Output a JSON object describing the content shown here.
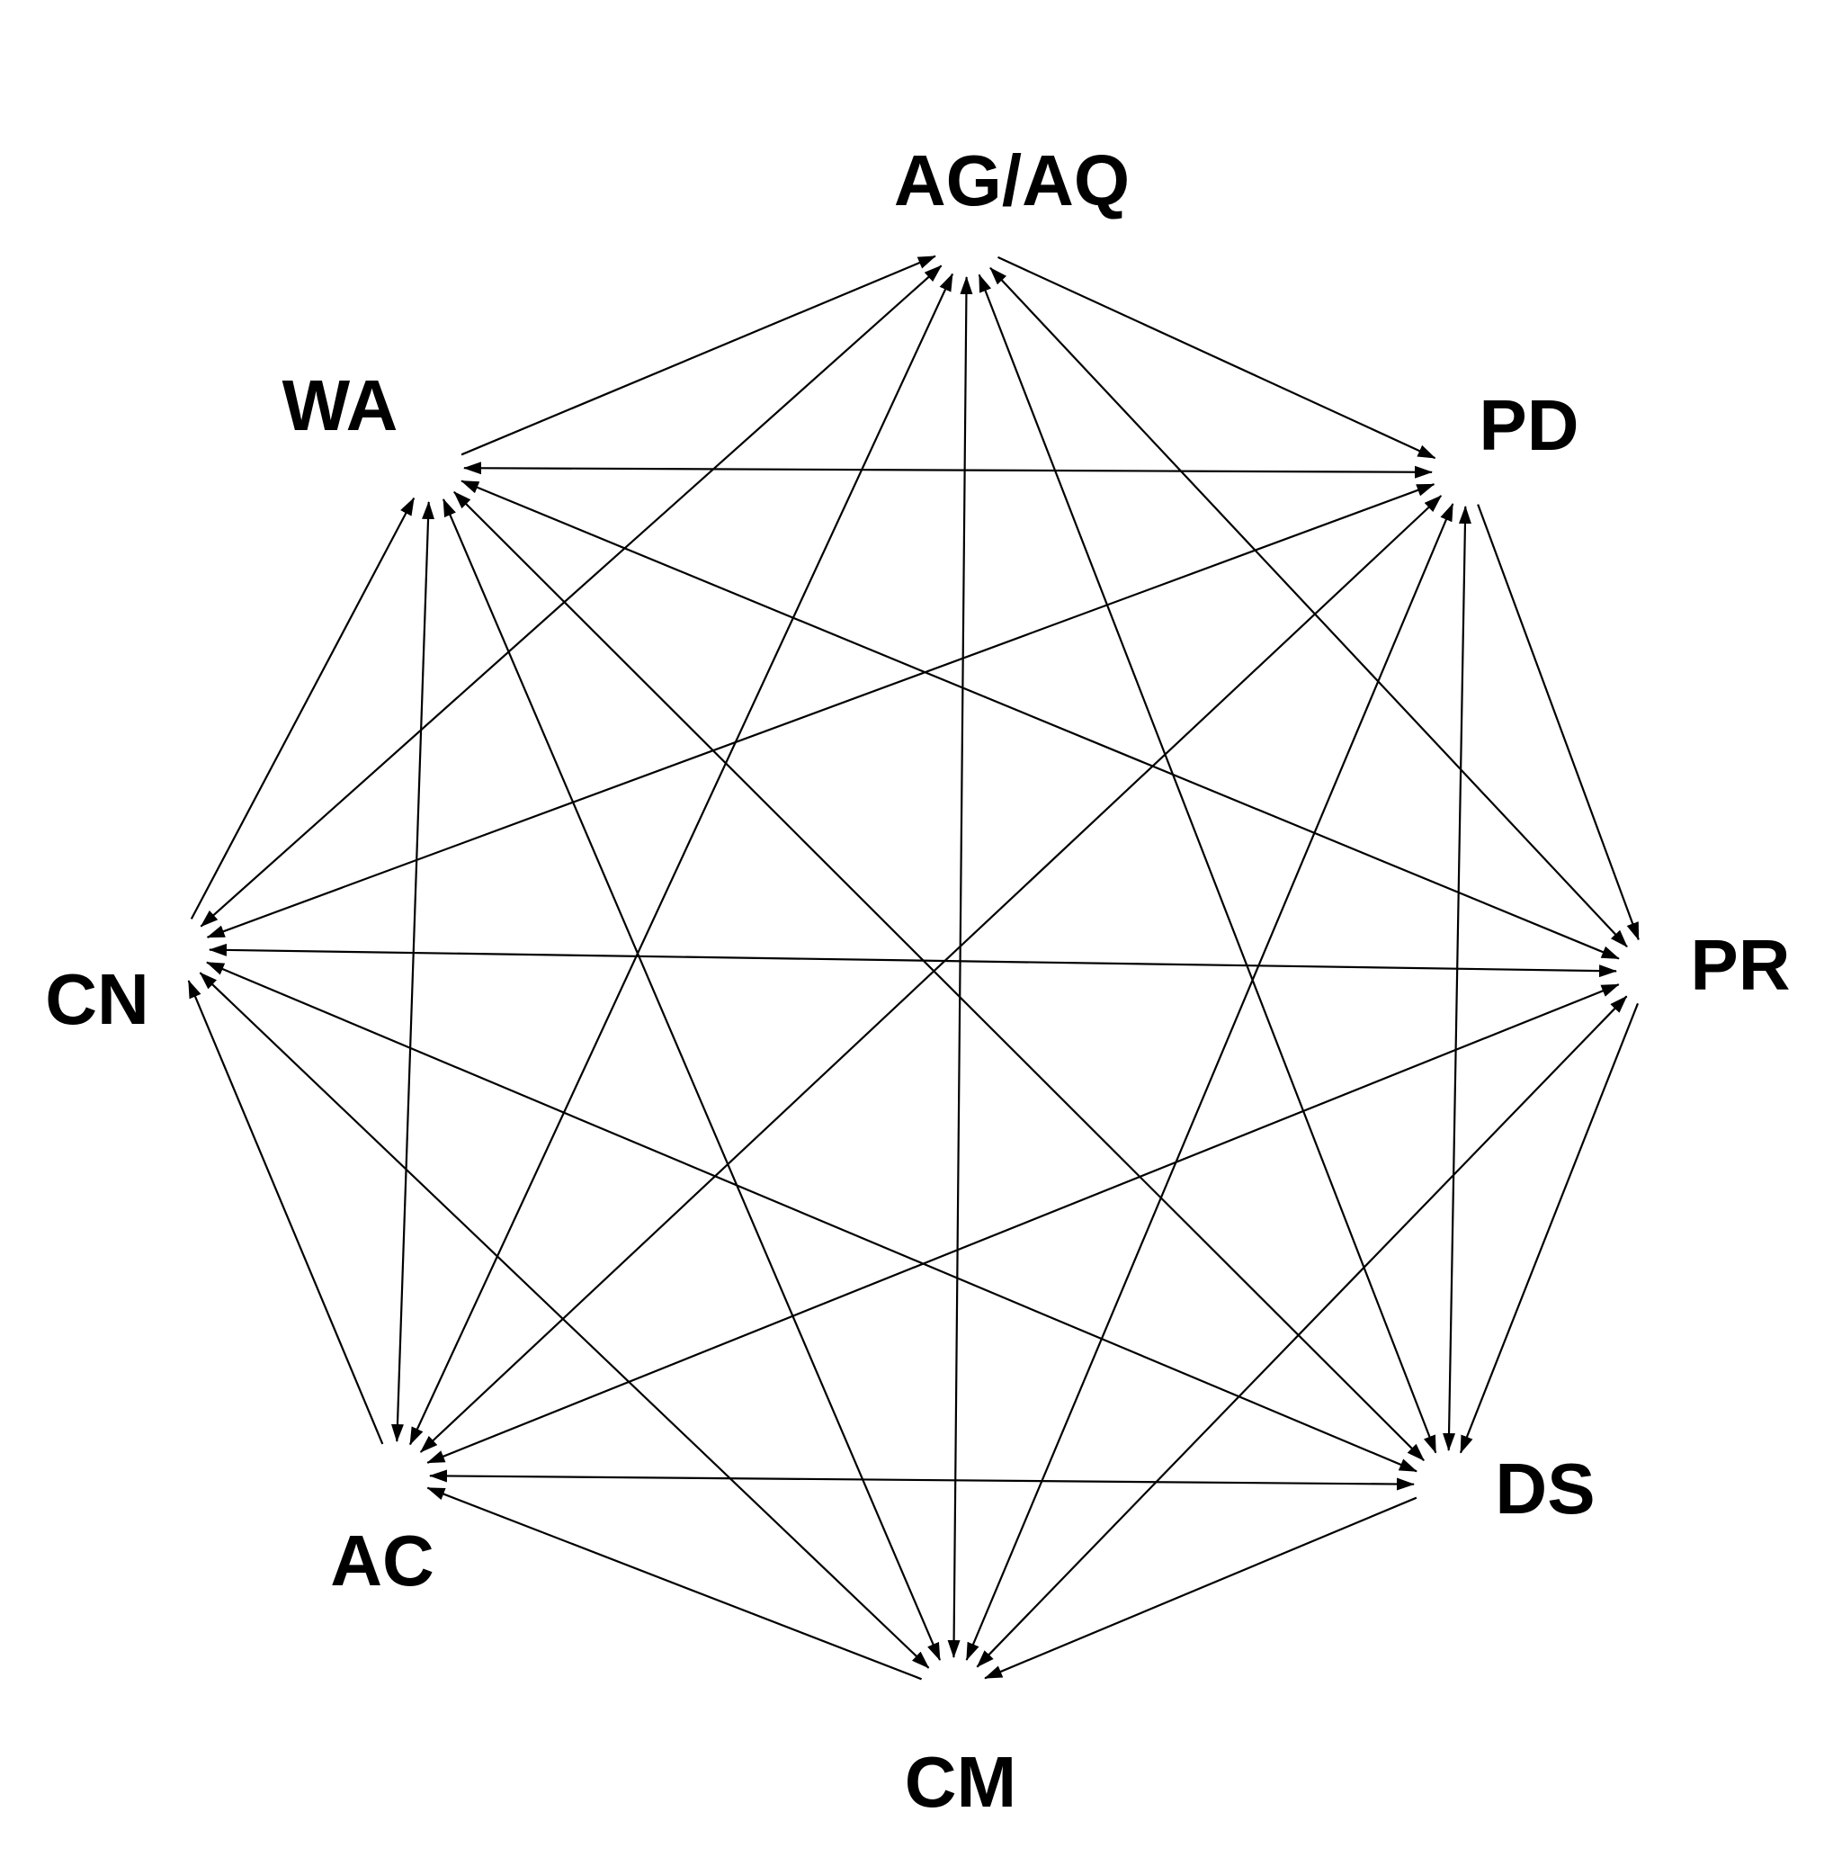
{
  "diagram": {
    "type": "directed-graph",
    "layout": "octagon",
    "nodes": [
      {
        "id": "AGAQ",
        "label": "AG/AQ"
      },
      {
        "id": "PD",
        "label": "PD"
      },
      {
        "id": "PR",
        "label": "PR"
      },
      {
        "id": "DS",
        "label": "DS"
      },
      {
        "id": "CM",
        "label": "CM"
      },
      {
        "id": "AC",
        "label": "AC"
      },
      {
        "id": "CN",
        "label": "CN"
      },
      {
        "id": "WA",
        "label": "WA"
      }
    ],
    "edges": [
      {
        "from": "AGAQ",
        "to": "PD",
        "direction": "forward"
      },
      {
        "from": "PD",
        "to": "PR",
        "direction": "forward"
      },
      {
        "from": "PR",
        "to": "DS",
        "direction": "forward"
      },
      {
        "from": "DS",
        "to": "CM",
        "direction": "forward"
      },
      {
        "from": "CM",
        "to": "AC",
        "direction": "forward"
      },
      {
        "from": "AC",
        "to": "CN",
        "direction": "forward"
      },
      {
        "from": "CN",
        "to": "WA",
        "direction": "forward"
      },
      {
        "from": "WA",
        "to": "AGAQ",
        "direction": "forward"
      },
      {
        "from": "AGAQ",
        "to": "PR",
        "direction": "both"
      },
      {
        "from": "AGAQ",
        "to": "DS",
        "direction": "both"
      },
      {
        "from": "AGAQ",
        "to": "CM",
        "direction": "both"
      },
      {
        "from": "AGAQ",
        "to": "AC",
        "direction": "both"
      },
      {
        "from": "AGAQ",
        "to": "CN",
        "direction": "both"
      },
      {
        "from": "PD",
        "to": "DS",
        "direction": "both"
      },
      {
        "from": "PD",
        "to": "CM",
        "direction": "both"
      },
      {
        "from": "PD",
        "to": "AC",
        "direction": "both"
      },
      {
        "from": "PD",
        "to": "CN",
        "direction": "both"
      },
      {
        "from": "PD",
        "to": "WA",
        "direction": "both"
      },
      {
        "from": "PR",
        "to": "CM",
        "direction": "both"
      },
      {
        "from": "PR",
        "to": "AC",
        "direction": "both"
      },
      {
        "from": "PR",
        "to": "CN",
        "direction": "both"
      },
      {
        "from": "PR",
        "to": "WA",
        "direction": "both"
      },
      {
        "from": "DS",
        "to": "AC",
        "direction": "both"
      },
      {
        "from": "DS",
        "to": "CN",
        "direction": "both"
      },
      {
        "from": "DS",
        "to": "WA",
        "direction": "both"
      },
      {
        "from": "CM",
        "to": "CN",
        "direction": "both"
      },
      {
        "from": "CM",
        "to": "WA",
        "direction": "both"
      },
      {
        "from": "AC",
        "to": "WA",
        "direction": "both"
      }
    ]
  },
  "colors": {
    "line": "#000000",
    "text": "#000000",
    "background": "#ffffff"
  }
}
